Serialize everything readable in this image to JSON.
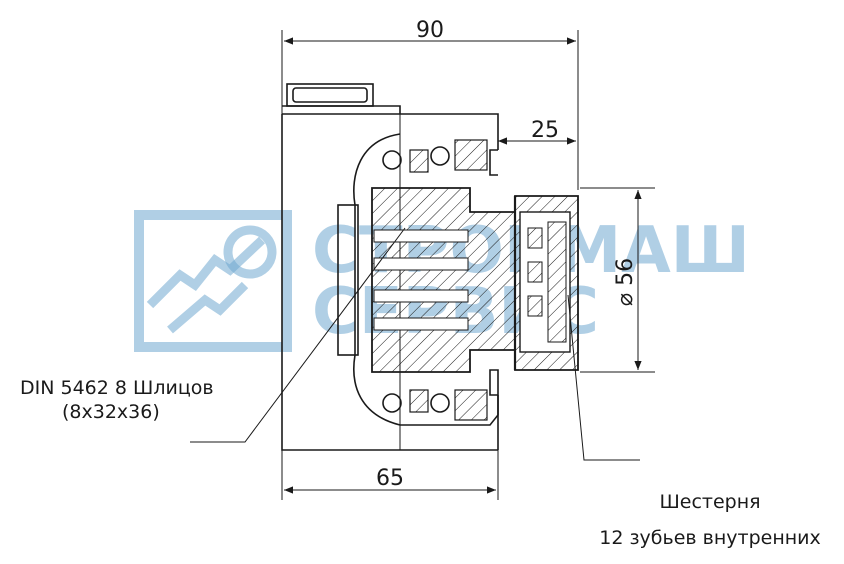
{
  "dimensions": {
    "overall_width": "90",
    "gear_offset": "25",
    "diameter": "56",
    "body_width": "65"
  },
  "callouts": {
    "spline_line1": "DIN 5462 8 Шлицов",
    "spline_line2": "(8x32x36)",
    "gear_line1": "Шестерня",
    "gear_line2": "12 зубьев внутренних"
  },
  "watermark": {
    "line1": "СТРОЙМАШ",
    "line2": "СЕРВИС",
    "color": "#6fa8cf"
  }
}
